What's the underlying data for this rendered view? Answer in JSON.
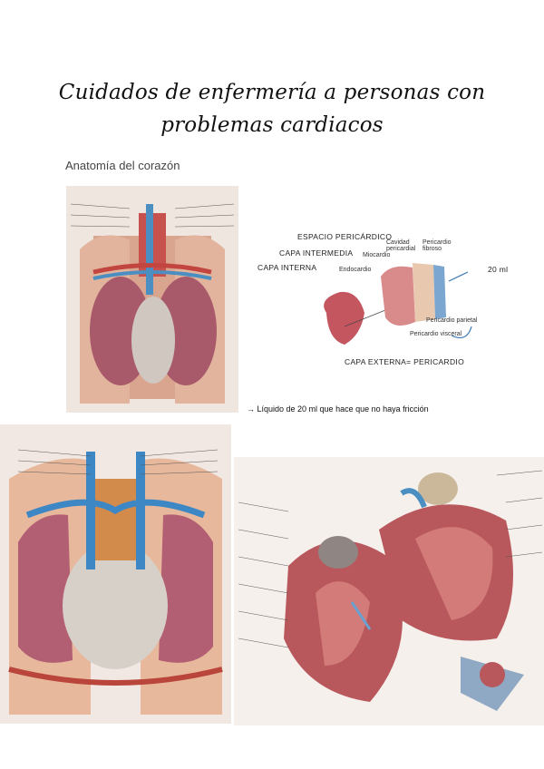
{
  "document": {
    "title": "Cuidados de enfermería a personas con problemas cardiacos",
    "subtitle": "Anatomía del corazón",
    "note": "→ Líquido de 20 ml que hace que no haya fricción"
  },
  "pericardium_diagram": {
    "labels": {
      "espacio": "ESPACIO PERICÁRDICO",
      "capa_intermedia": "CAPA INTERMEDIA",
      "capa_interna": "CAPA INTERNA",
      "miocardio": "Miocardio",
      "endocardio": "Endocardio",
      "cavidad": "Cavidad pericardial",
      "pericardio_fibroso": "Pericardio fibroso",
      "volumen": "20 ml",
      "parietal": "Pericardio parietal",
      "visceral": "Pericardio visceral",
      "capa_externa": "CAPA EXTERNA= PERICARDIO"
    }
  },
  "colors": {
    "lung": "#b86a78",
    "vessel_blue": "#4b8fc2",
    "vessel_red": "#c2453f",
    "muscle": "#c25b54",
    "pericardium": "#d9d2c9"
  }
}
